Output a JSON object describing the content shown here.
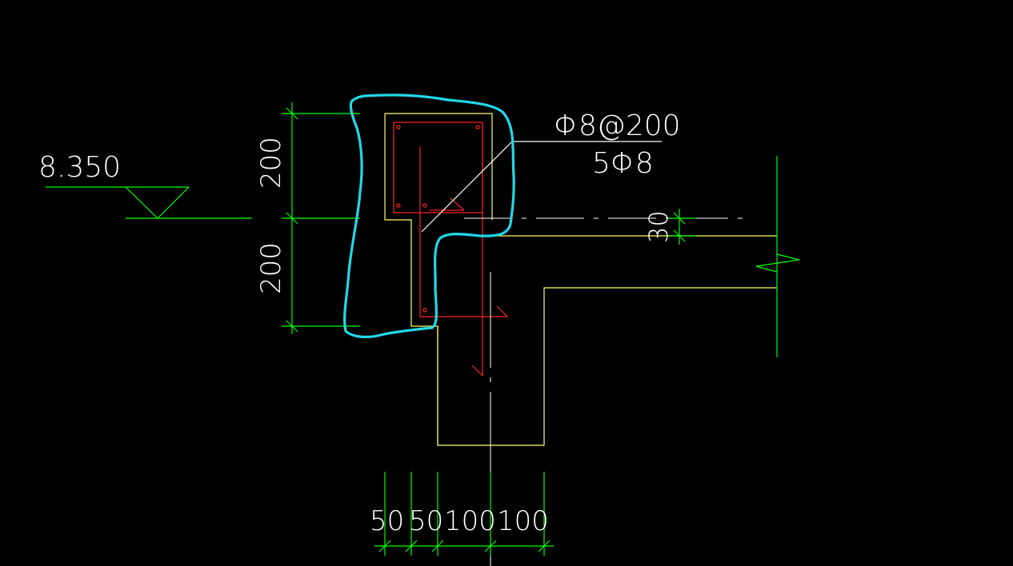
{
  "drawing": {
    "elevation_label": "8.350",
    "stirrup_label": "Φ8@200",
    "longitudinal_label": "5Φ8",
    "dim_vertical_upper": "200",
    "dim_vertical_lower": "200",
    "dim_offset": "30",
    "dims_horizontal": [
      "50",
      "50",
      "100",
      "100"
    ]
  },
  "colors": {
    "background": "#000000",
    "dimension": "#00ff00",
    "outline": "#ffff66",
    "rebar": "#ff2020",
    "highlight": "#22d8e8",
    "text": "#ffffff"
  }
}
